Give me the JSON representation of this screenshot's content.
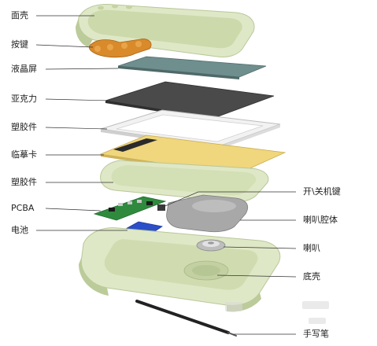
{
  "labels": {
    "face_shell": "面壳",
    "keys": "按键",
    "lcd": "液晶屏",
    "acrylic": "亚克力",
    "plastic_frame_top": "塑胶件",
    "tracing_card": "临摹卡",
    "plastic_frame_bottom": "塑胶件",
    "pcba": "PCBA",
    "battery": "电池",
    "power_key": "开\\关机键",
    "speaker_cavity": "喇叭腔体",
    "speaker": "喇叭",
    "bottom_shell": "底壳",
    "stylus": "手写笔"
  },
  "colors": {
    "shell_green": "#dfe8c6",
    "shell_shadow": "#bccb9a",
    "key_orange": "#d98a2a",
    "lcd_teal": "#6f8f8e",
    "acrylic_dark": "#4a4a4a",
    "frame_white": "#f2f2f2",
    "card_yellow": "#f0d67c",
    "pcb_green": "#2f8a3e",
    "battery_blue": "#2c4fc9",
    "speaker_gray": "#9a9a9a",
    "stylus_black": "#222222",
    "leader_line": "#333333"
  }
}
